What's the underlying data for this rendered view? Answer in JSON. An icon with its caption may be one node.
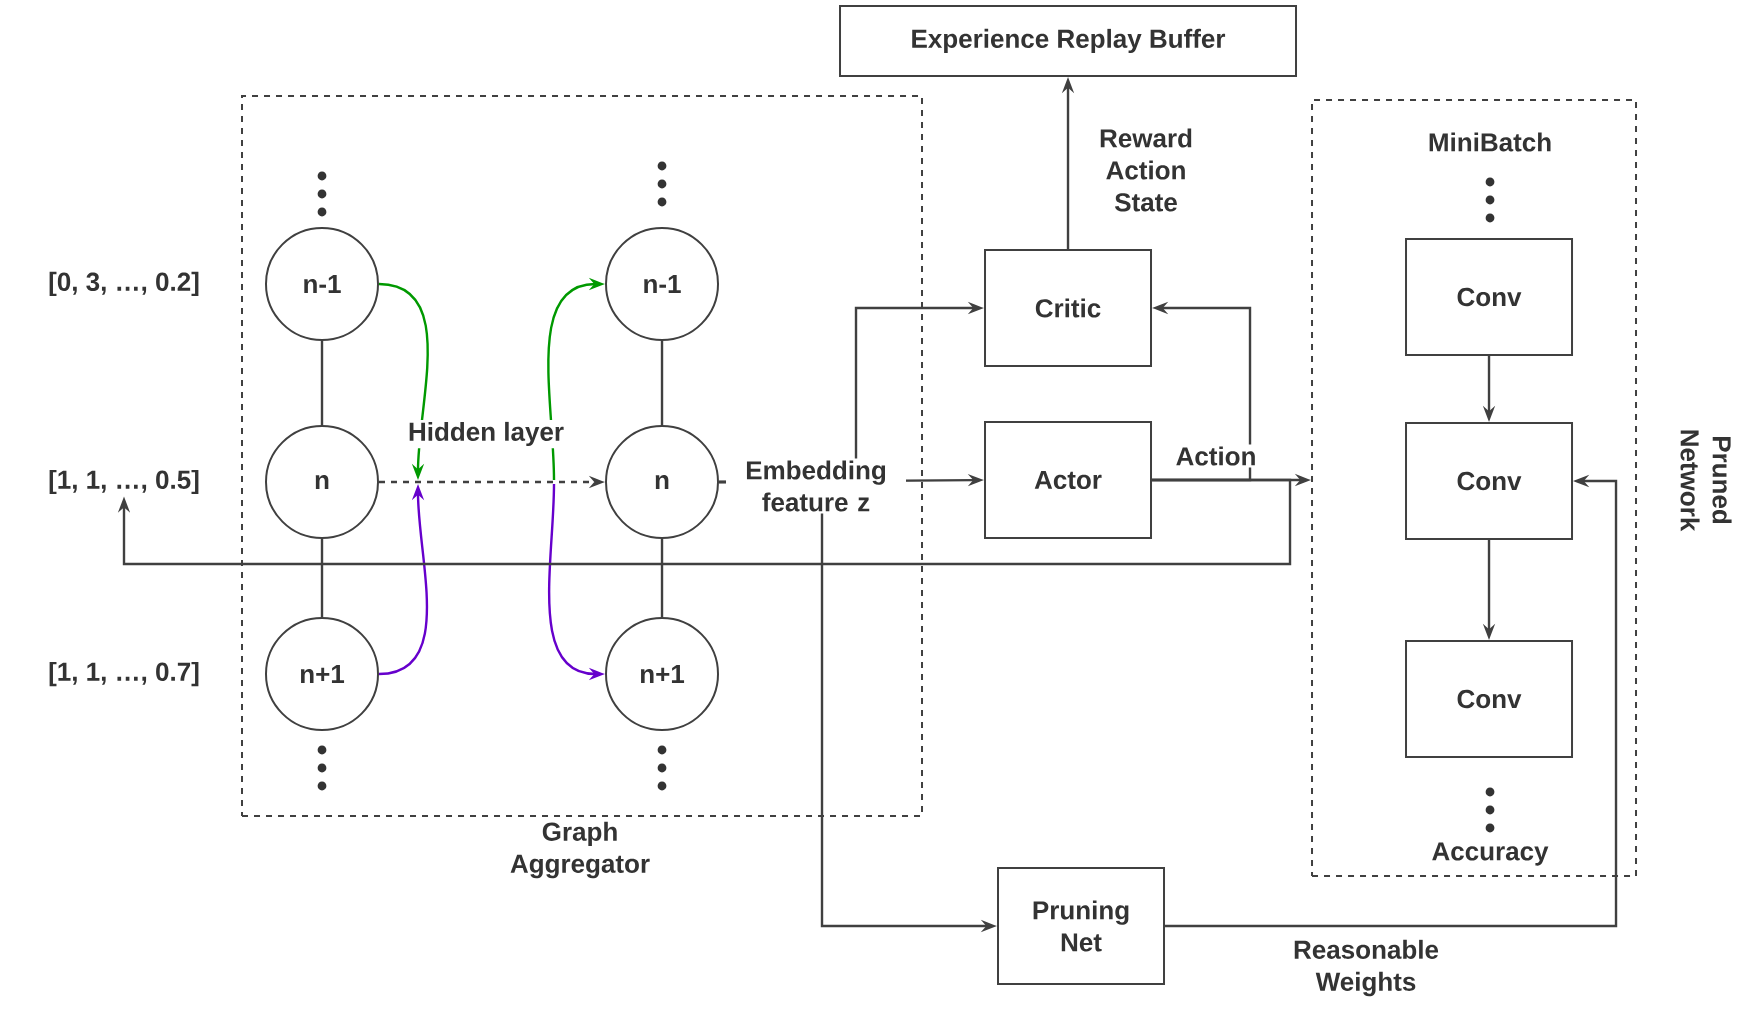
{
  "diagram": {
    "nodes": [
      {
        "text": [
          "Graph Aggregator"
        ]
      },
      {
        "text": [
          "n-1"
        ],
        "in": 0
      },
      {
        "text": [
          "n"
        ],
        "in": 0
      },
      {
        "text": [
          "n+1"
        ],
        "in": 0
      },
      {
        "text": [
          "n-1"
        ],
        "in": 0
      },
      {
        "text": [
          "n"
        ],
        "in": 0
      },
      {
        "text": [
          "n+1"
        ],
        "in": 0
      },
      {
        "text": [
          "Experience Replay Buffer"
        ]
      },
      {
        "text": [
          "Critic"
        ]
      },
      {
        "text": [
          "Actor"
        ]
      },
      {
        "text": [
          "MiniBatch",
          "Accuracy",
          "Pruned Network"
        ]
      },
      {
        "text": [
          "Conv"
        ],
        "in": 10
      },
      {
        "text": [
          "Conv"
        ],
        "in": 10
      },
      {
        "text": [
          "Conv"
        ],
        "in": 10
      },
      {
        "text": [
          "Pruning Net"
        ]
      },
      {
        "text": [
          "[0, 3, …, 0.2]"
        ]
      },
      {
        "text": [
          "[1, 1, …, 0.5]"
        ]
      },
      {
        "text": [
          "[1, 1, …, 0.7]"
        ]
      }
    ],
    "edges": [
      {
        "from": 1,
        "to": 2,
        "arrow": "none"
      },
      {
        "from": 2,
        "to": 3,
        "arrow": "none"
      },
      {
        "from": 4,
        "to": 5,
        "arrow": "none"
      },
      {
        "from": 5,
        "to": 6,
        "arrow": "none"
      },
      {
        "from": 1,
        "to": null,
        "arrow": "to",
        "color": "#009900"
      },
      {
        "from": 3,
        "to": null,
        "arrow": "to",
        "color": "#6600cc"
      },
      {
        "from": 2,
        "to": 5,
        "arrow": "to",
        "style": "dashed",
        "label": "Hidden layer"
      },
      {
        "from": null,
        "to": 4,
        "arrow": "to",
        "color": "#009900"
      },
      {
        "from": null,
        "to": 6,
        "arrow": "to",
        "color": "#6600cc"
      },
      {
        "from": 5,
        "to": 8,
        "arrow": "to"
      },
      {
        "from": 5,
        "to": 9,
        "arrow": "to",
        "label": "Embedding feature z"
      },
      {
        "from": 5,
        "to": 14,
        "arrow": "to"
      },
      {
        "from": 8,
        "to": 7,
        "arrow": "to",
        "label": "Reward Action State"
      },
      {
        "from": 9,
        "to": 10,
        "arrow": "to",
        "label": "Action"
      },
      {
        "from": 9,
        "to": 8,
        "arrow": "to"
      },
      {
        "from": 9,
        "to": 16,
        "arrow": "to"
      },
      {
        "from": 11,
        "to": 12,
        "arrow": "to"
      },
      {
        "from": 12,
        "to": 13,
        "arrow": "to"
      },
      {
        "from": 14,
        "to": 12,
        "arrow": "to",
        "label": "Reasonable Weights"
      }
    ]
  }
}
